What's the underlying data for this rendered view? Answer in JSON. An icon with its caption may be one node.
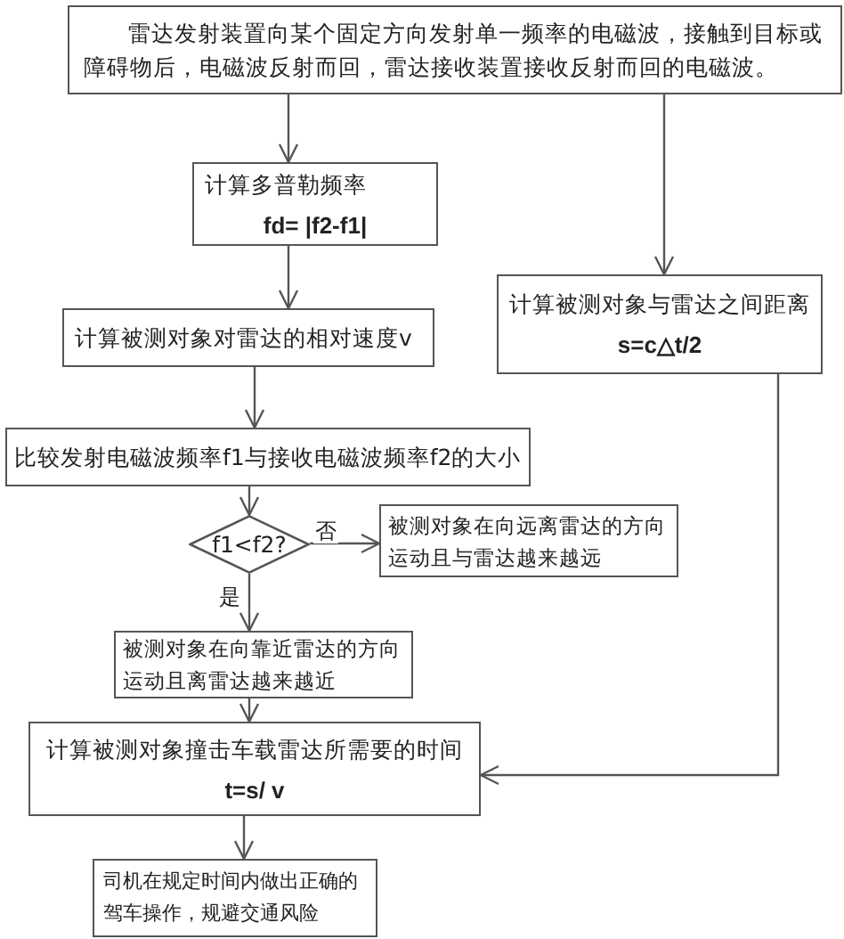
{
  "diagram": {
    "nodes": [
      {
        "text": [
          "雷达发射装置向某个固定方向发射单一频率的电磁波，接触到目标或障碍物后，电磁波反射而回，雷达接收装置接收反射而回的电磁波。"
        ]
      },
      {
        "text": [
          "计算多普勒频率",
          "fd= |f2-f1|"
        ]
      },
      {
        "text": [
          "计算被测对象与雷达之间距离",
          "s=c△t/2"
        ]
      },
      {
        "text": [
          "计算被测对象对雷达的相对速度v"
        ]
      },
      {
        "text": [
          "比较发射电磁波频率f1与接收电磁波频率f2的大小"
        ]
      },
      {
        "text": [
          "f1<f2?"
        ]
      },
      {
        "text": [
          "被测对象在向远离雷达的方向运动且与雷达越来越远"
        ]
      },
      {
        "text": [
          "被测对象在向靠近雷达的方向运动且离雷达越来越近"
        ]
      },
      {
        "text": [
          "计算被测对象撞击车载雷达所需要的时间",
          "t=s/ v"
        ]
      },
      {
        "text": [
          "司机在规定时间内做出正确的驾车操作，规避交通风险"
        ]
      }
    ],
    "edges": [
      {
        "from": 0,
        "to": 1,
        "arrow": "to"
      },
      {
        "from": 0,
        "to": 2,
        "arrow": "to"
      },
      {
        "from": 1,
        "to": 3,
        "arrow": "to"
      },
      {
        "from": 3,
        "to": 4,
        "arrow": "to"
      },
      {
        "from": 4,
        "to": 5,
        "arrow": "to"
      },
      {
        "from": 5,
        "to": 6,
        "arrow": "to",
        "label": "否"
      },
      {
        "from": 5,
        "to": 7,
        "arrow": "to",
        "label": "是"
      },
      {
        "from": 7,
        "to": 8,
        "arrow": "to"
      },
      {
        "from": 2,
        "to": 8,
        "arrow": "to"
      },
      {
        "from": 8,
        "to": 9,
        "arrow": "to"
      }
    ]
  }
}
